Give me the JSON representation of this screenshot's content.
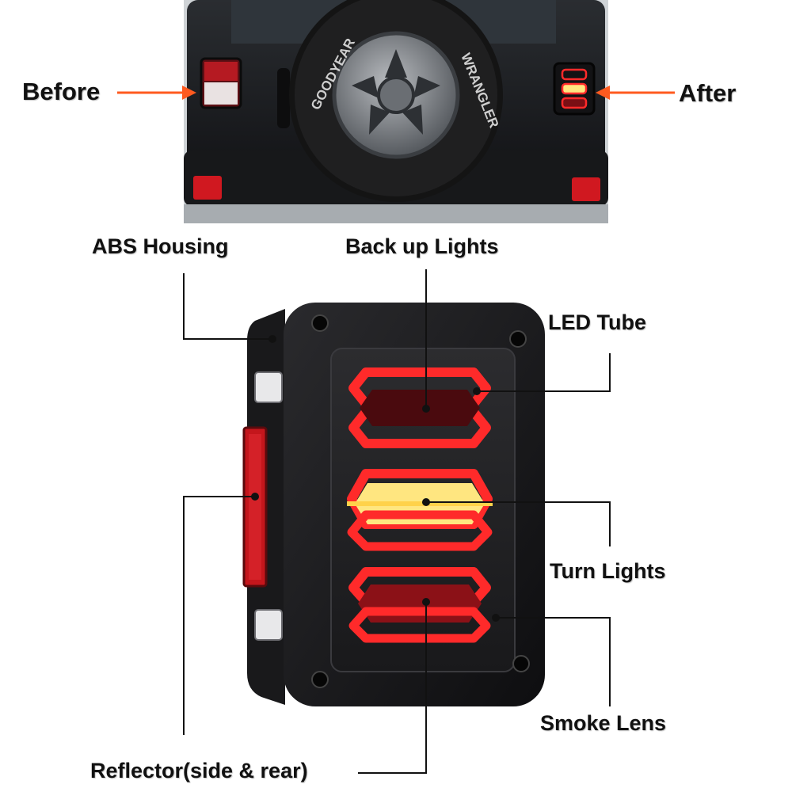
{
  "top": {
    "before_label": "Before",
    "after_label": "After",
    "arrow_color": "#ff5a1f",
    "spare_tire_brand": "GOODYEAR",
    "spare_tire_model": "WRANGLER"
  },
  "labels": {
    "abs_housing": "ABS Housing",
    "back_up_lights": "Back up Lights",
    "led_tube": "LED Tube",
    "turn_lights": "Turn Lights",
    "smoke_lens": "Smoke Lens",
    "reflector": "Reflector(side & rear)"
  },
  "colors": {
    "housing": "#1c1c1e",
    "led_tube": "#ff2a2a",
    "turn_amber": "#ffe680",
    "reflector": "#c4161c",
    "leader_line": "#111111"
  }
}
